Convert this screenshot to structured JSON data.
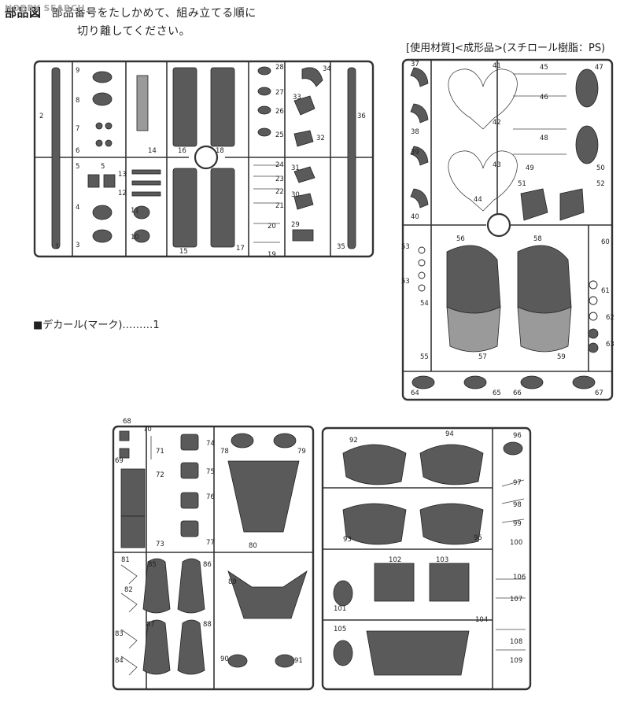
{
  "header": {
    "title": "部品図",
    "instruction_line1": "部品番号をたしかめて、組み立てる順に",
    "instruction_line2": "切り離してください。",
    "watermark": "HOBBY SEARCH"
  },
  "material": "[使用材質]<成形品>(スチロール樹脂：PS)",
  "decal": "■デカール(マーク)………1",
  "sprues": {
    "top_left": [
      "1",
      "2",
      "3",
      "4",
      "5",
      "5",
      "6",
      "7",
      "8",
      "9",
      "10",
      "11",
      "12",
      "13",
      "14",
      "15",
      "16",
      "17",
      "18",
      "19",
      "20",
      "21",
      "22",
      "23",
      "24",
      "25",
      "26",
      "27",
      "28",
      "29",
      "30",
      "31",
      "32",
      "33",
      "34",
      "35",
      "36"
    ],
    "top_right": [
      "37",
      "38",
      "39",
      "40",
      "41",
      "42",
      "43",
      "44",
      "45",
      "46",
      "47",
      "48",
      "49",
      "50",
      "51",
      "52",
      "53",
      "53",
      "54",
      "55",
      "56",
      "57",
      "58",
      "59",
      "60",
      "61",
      "62",
      "63",
      "64",
      "65",
      "66",
      "67"
    ],
    "bottom_left": [
      "68",
      "69",
      "70",
      "71",
      "72",
      "73",
      "74",
      "75",
      "76",
      "77",
      "78",
      "79",
      "80",
      "81",
      "82",
      "83",
      "84",
      "85",
      "86",
      "87",
      "88",
      "89",
      "90",
      "91"
    ],
    "bottom_right": [
      "92",
      "93",
      "94",
      "95",
      "96",
      "97",
      "98",
      "99",
      "100",
      "101",
      "102",
      "103",
      "104",
      "105",
      "106",
      "107",
      "108",
      "109"
    ]
  }
}
